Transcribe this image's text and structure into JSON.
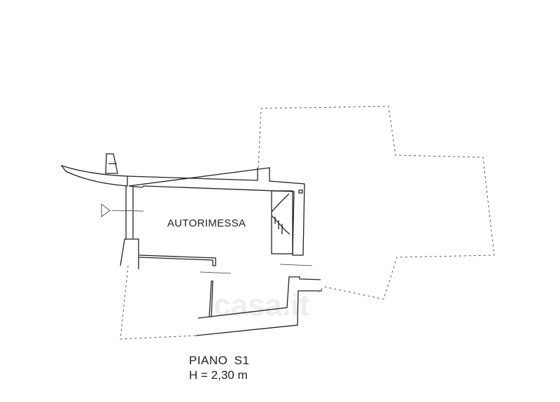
{
  "plan": {
    "room_label": "AUTORIMESSA",
    "floor_label": "PIANO  S1",
    "height_label": "H = 2,30 m"
  },
  "watermark": "casa.it",
  "colors": {
    "line": "#222222",
    "dash": "#555555"
  }
}
